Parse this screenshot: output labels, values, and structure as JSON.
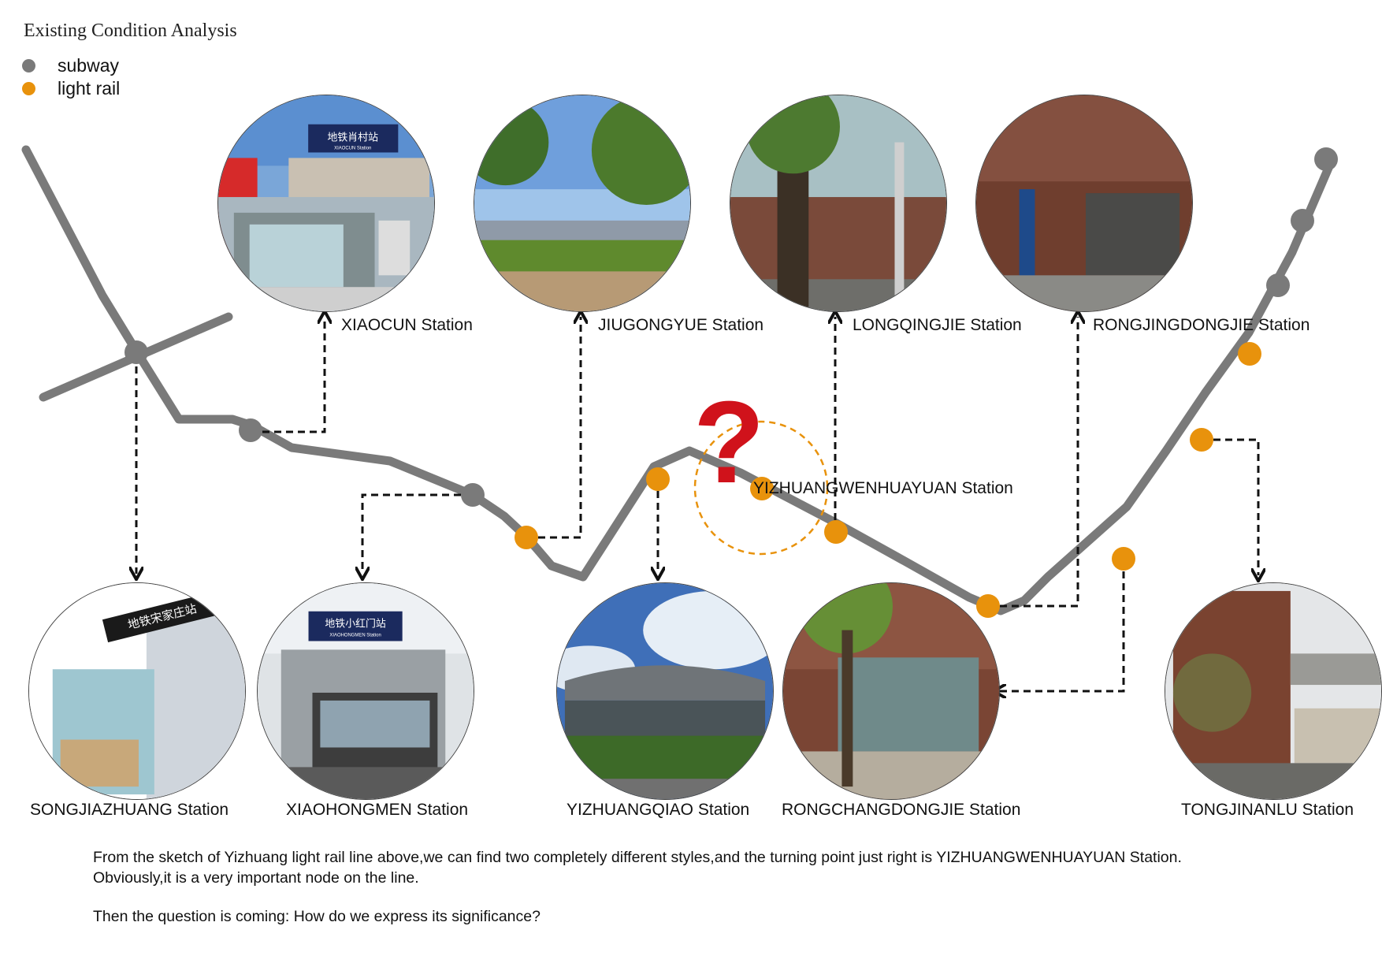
{
  "title": "Existing Condition Analysis",
  "legend": {
    "subway": {
      "label": "subway",
      "color": "#7a7a7a"
    },
    "light_rail": {
      "label": "light rail",
      "color": "#e8920c"
    }
  },
  "stations": {
    "xiaocun": "XIAOCUN Station",
    "jiugongyue": "JIUGONGYUE Station",
    "longqingjie": "LONGQINGJIE Station",
    "rongjingdongjie": "RONGJINGDONGJIE Station",
    "yizhuangwenhuayuan": "YIZHUANGWENHUAYUAN Station",
    "songjiazhuang": "SONGJIAZHUANG Station",
    "xiaohongmen": "XIAOHONGMEN Station",
    "yizhuangqiao": "YIZHUANGQIAO Station",
    "rongchangdongjie": "RONGCHANGDONGJIE Station",
    "tongjinanlu": "TONGJINANLU Station"
  },
  "question_mark": "?",
  "question_color": "#d0121b",
  "signs": {
    "xiaocun": "地铁肖村站",
    "xiaocun_en": "XIAOCUN Station",
    "songjiazhuang": "地铁宋家庄站",
    "xiaohongmen": "地铁小红门站",
    "xiaohongmen_en": "XIAOHONGMEN Station"
  },
  "text": {
    "line1": "From the sketch of Yizhuang light rail line above,we can find two completely different styles,and the turning point just right is YIZHUANGWENHUAYUAN Station.",
    "line2": "Obviously,it is a very important node on the line.",
    "line3": "Then the question is coming: How do we express its significance?"
  }
}
